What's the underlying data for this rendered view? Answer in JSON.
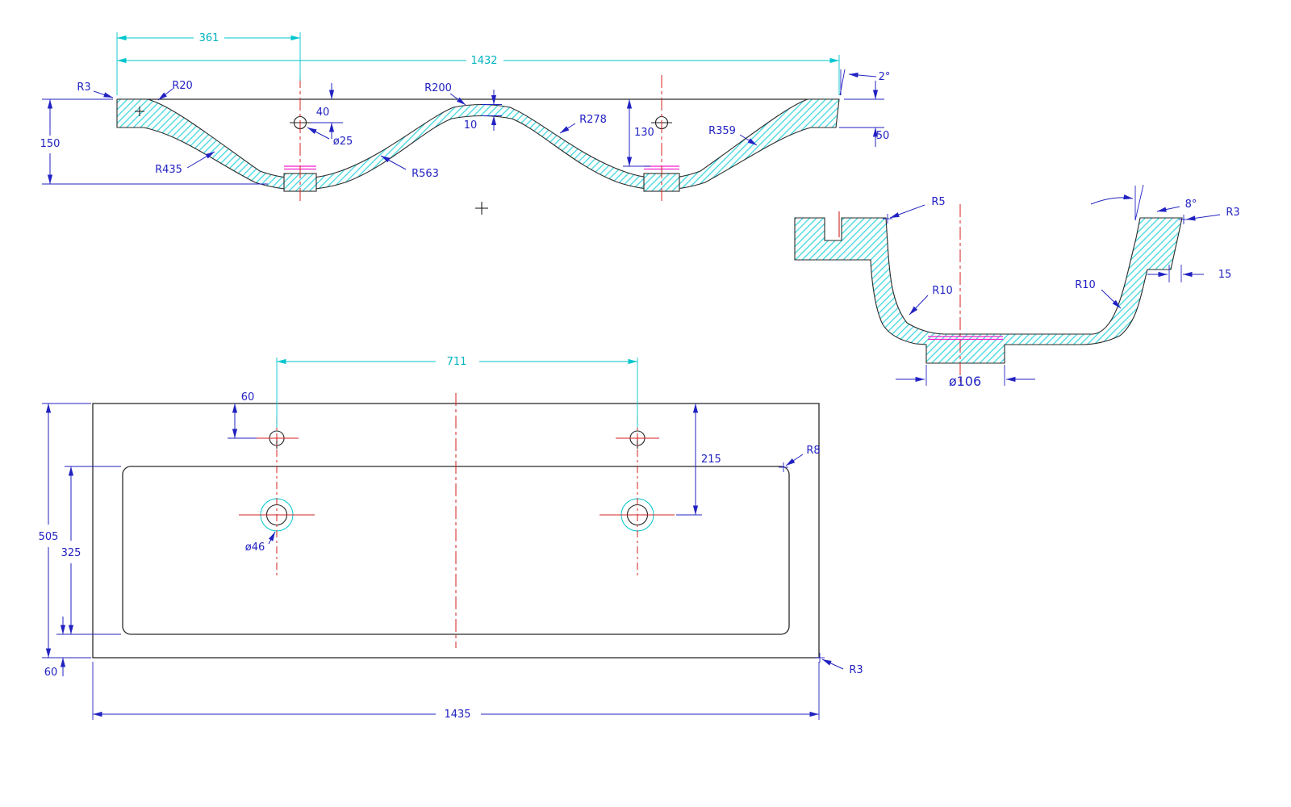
{
  "drawing": {
    "background": "#ffffff",
    "colors": {
      "outline": "#2a2a2a",
      "hatch_cyan": "#3fd8e0",
      "dim_blue": "#2222c2",
      "dim_cyan": "#00c6ce",
      "centerline_red": "#d42020",
      "waterline_magenta": "#f21ecb"
    },
    "front_view": {
      "labels": {
        "r3": "R3",
        "r20": "R20",
        "d361": "361",
        "d1432": "1432",
        "d150": "150",
        "d40": "40",
        "dia25": "ø25",
        "r200": "R200",
        "d10": "10",
        "r278": "R278",
        "d130": "130",
        "r359": "R359",
        "r435": "R435",
        "r563": "R563",
        "d50": "50",
        "a2": "2°"
      }
    },
    "side_view": {
      "labels": {
        "r5": "R5",
        "a8": "8°",
        "r3": "R3",
        "d15": "15",
        "r10_left": "R10",
        "r10_right": "R10",
        "dia106": "ø106"
      }
    },
    "plan_view": {
      "labels": {
        "d711": "711",
        "d60_top": "60",
        "d215": "215",
        "r8": "R8",
        "d505": "505",
        "d325": "325",
        "dia46": "ø46",
        "d60_bottom": "60",
        "d1435": "1435",
        "r3": "R3"
      }
    }
  }
}
